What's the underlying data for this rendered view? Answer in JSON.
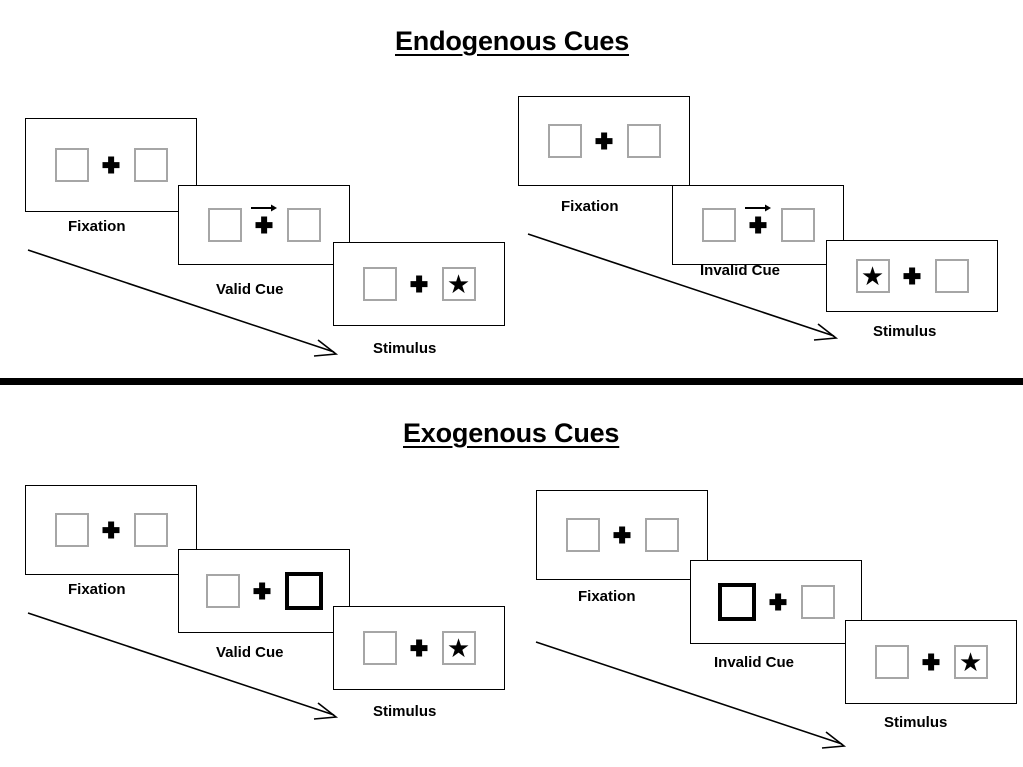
{
  "figure": {
    "type": "diagram",
    "subject": "Posner spatial cueing paradigm: endogenous vs exogenous attentional cues"
  },
  "sections": [
    {
      "id": "endogenous",
      "title": "Endogenous Cues",
      "cue_type": "central-arrow",
      "columns": [
        {
          "id": "endogenous-valid",
          "validity": "valid",
          "frames": [
            {
              "label": "Fixation",
              "cue": "none",
              "target": "none",
              "left_box": "plain",
              "right_box": "plain"
            },
            {
              "label": "Valid Cue",
              "cue": "arrow-right",
              "target": "none",
              "left_box": "plain",
              "right_box": "plain"
            },
            {
              "label": "Stimulus",
              "cue": "none",
              "target": "right",
              "left_box": "plain",
              "right_box": "star"
            }
          ]
        },
        {
          "id": "endogenous-invalid",
          "validity": "invalid",
          "frames": [
            {
              "label": "Fixation",
              "cue": "none",
              "target": "none",
              "left_box": "plain",
              "right_box": "plain"
            },
            {
              "label": "Invalid Cue",
              "cue": "arrow-right",
              "target": "none",
              "left_box": "plain",
              "right_box": "plain"
            },
            {
              "label": "Stimulus",
              "cue": "none",
              "target": "left",
              "left_box": "star",
              "right_box": "plain"
            }
          ]
        }
      ]
    },
    {
      "id": "exogenous",
      "title": "Exogenous Cues",
      "cue_type": "peripheral-box-flash",
      "columns": [
        {
          "id": "exogenous-valid",
          "validity": "valid",
          "frames": [
            {
              "label": "Fixation",
              "cue": "none",
              "target": "none",
              "left_box": "plain",
              "right_box": "plain"
            },
            {
              "label": "Valid Cue",
              "cue": "box-right",
              "target": "none",
              "left_box": "plain",
              "right_box": "cued"
            },
            {
              "label": "Stimulus",
              "cue": "none",
              "target": "right",
              "left_box": "plain",
              "right_box": "star"
            }
          ]
        },
        {
          "id": "exogenous-invalid",
          "validity": "invalid",
          "frames": [
            {
              "label": "Fixation",
              "cue": "none",
              "target": "none",
              "left_box": "plain",
              "right_box": "plain"
            },
            {
              "label": "Invalid Cue",
              "cue": "box-left",
              "target": "none",
              "left_box": "cued",
              "right_box": "plain"
            },
            {
              "label": "Stimulus",
              "cue": "none",
              "target": "right",
              "left_box": "plain",
              "right_box": "star"
            }
          ]
        }
      ]
    }
  ],
  "glyphs": {
    "fixation": "plus-cross",
    "target": "black-five-pointed-star",
    "star_char": "★",
    "endogenous_cue": "right-pointing-arrow",
    "exogenous_cue": "thick-bordered-square",
    "flow": "time-progression-arrow"
  },
  "colors": {
    "background": "#ffffff",
    "ink": "#000000",
    "box_border": "#a6a6a6",
    "cued_box_border": "#000000",
    "panel_border": "#000000",
    "divider": "#000000"
  }
}
